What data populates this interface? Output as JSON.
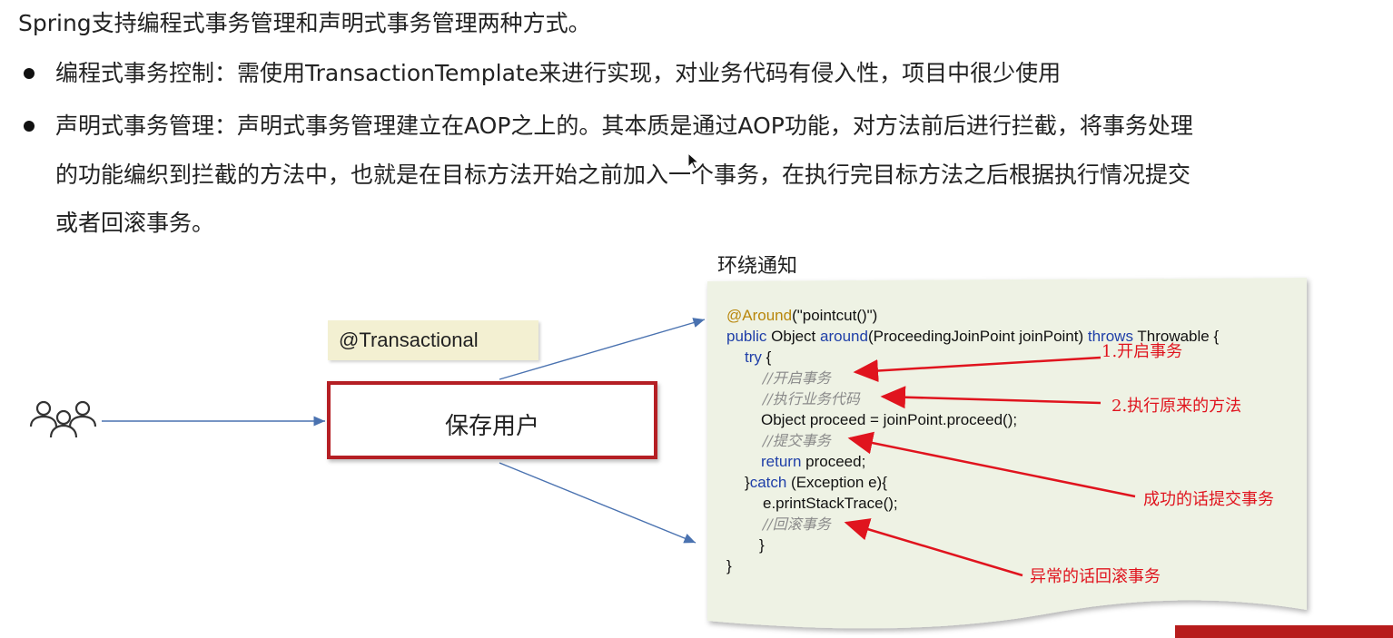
{
  "intro": "Spring支持编程式事务管理和声明式事务管理两种方式。",
  "bullets": [
    {
      "line1": "编程式事务控制：需使用TransactionTemplate来进行实现，对业务代码有侵入性，项目中很少使用"
    },
    {
      "line1": "声明式事务管理：声明式事务管理建立在AOP之上的。其本质是通过AOP功能，对方法前后进行拦截，将事务处理",
      "line2": "的功能编织到拦截的方法中，也就是在目标方法开始之前加入一个事务，在执行完目标方法之后根据执行情况提交",
      "line3": "或者回滚事务。"
    }
  ],
  "diagram": {
    "annotation_tag": "@Transactional",
    "box_label": "保存用户",
    "around_title": "环绕通知"
  },
  "code": {
    "l1_ann": "@Around",
    "l1_rest": "(\"pointcut()\")",
    "l2_kw": "public",
    "l2_a": " Object ",
    "l2_kw2": "around",
    "l2_b": "(ProceedingJoinPoint joinPoint) ",
    "l2_kw3": "throws",
    "l2_c": " Throwable {",
    "l3_kw": "try",
    "l3_rest": " {",
    "c1": "//开启事务",
    "c2": "//执行业务代码",
    "l6": "Object proceed = joinPoint.proceed();",
    "c3": "//提交事务",
    "l8_kw": "return",
    "l8_rest": " proceed;",
    "l9_a": "}",
    "l9_kw": "catch",
    "l9_b": " (Exception e){",
    "l10": "e.printStackTrace();",
    "c4": "//回滚事务",
    "l12": "}",
    "l13": "}"
  },
  "labels": {
    "open": "1.开启事务",
    "exec": "2.执行原来的方法",
    "commit": "成功的话提交事务",
    "rollback": "异常的话回滚事务"
  },
  "colors": {
    "box_border": "#b51f24",
    "arrow_red": "#e0141e",
    "arrow_blue": "#4a72b0",
    "note_bg": "#eef2e4"
  }
}
